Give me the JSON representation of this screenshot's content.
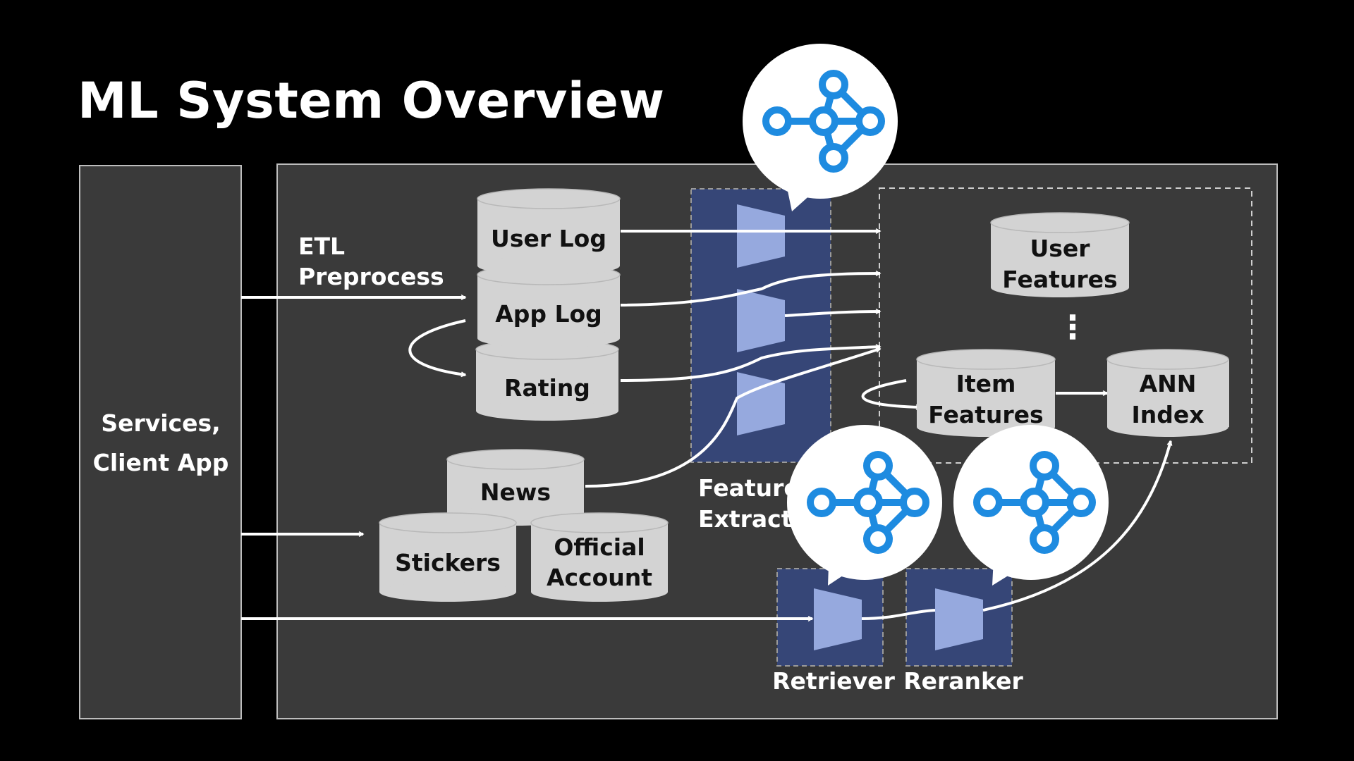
{
  "title": "ML System Overview",
  "services": {
    "line1": "Services,",
    "line2": "Client App"
  },
  "etl": {
    "line1": "ETL",
    "line2": "Preprocess"
  },
  "logs": {
    "user_log": "User Log",
    "app_log": "App Log",
    "rating": "Rating"
  },
  "sources": {
    "news": "News",
    "stickers": "Stickers",
    "official_line1": "Official",
    "official_line2": "Account"
  },
  "feature_extraction": {
    "line1": "Feature",
    "line2": "Extraction"
  },
  "features": {
    "user_line1": "User",
    "user_line2": "Features",
    "ellipsis": "⋮",
    "item_line1": "Item",
    "item_line2": "Features",
    "ann_line1": "ANN",
    "ann_line2": "Index"
  },
  "stages": {
    "retriever": "Retriever",
    "reranker": "Reranker"
  },
  "icons": [
    "ml-pipeline-icon",
    "ml-pipeline-icon",
    "ml-pipeline-icon"
  ],
  "colors": {
    "background": "#000000",
    "panel": "#3a3a3a",
    "cylinder": "#d3d3d3",
    "module": "#364677",
    "funnel": "#96a9de",
    "icon_blue": "#1e8be0"
  }
}
